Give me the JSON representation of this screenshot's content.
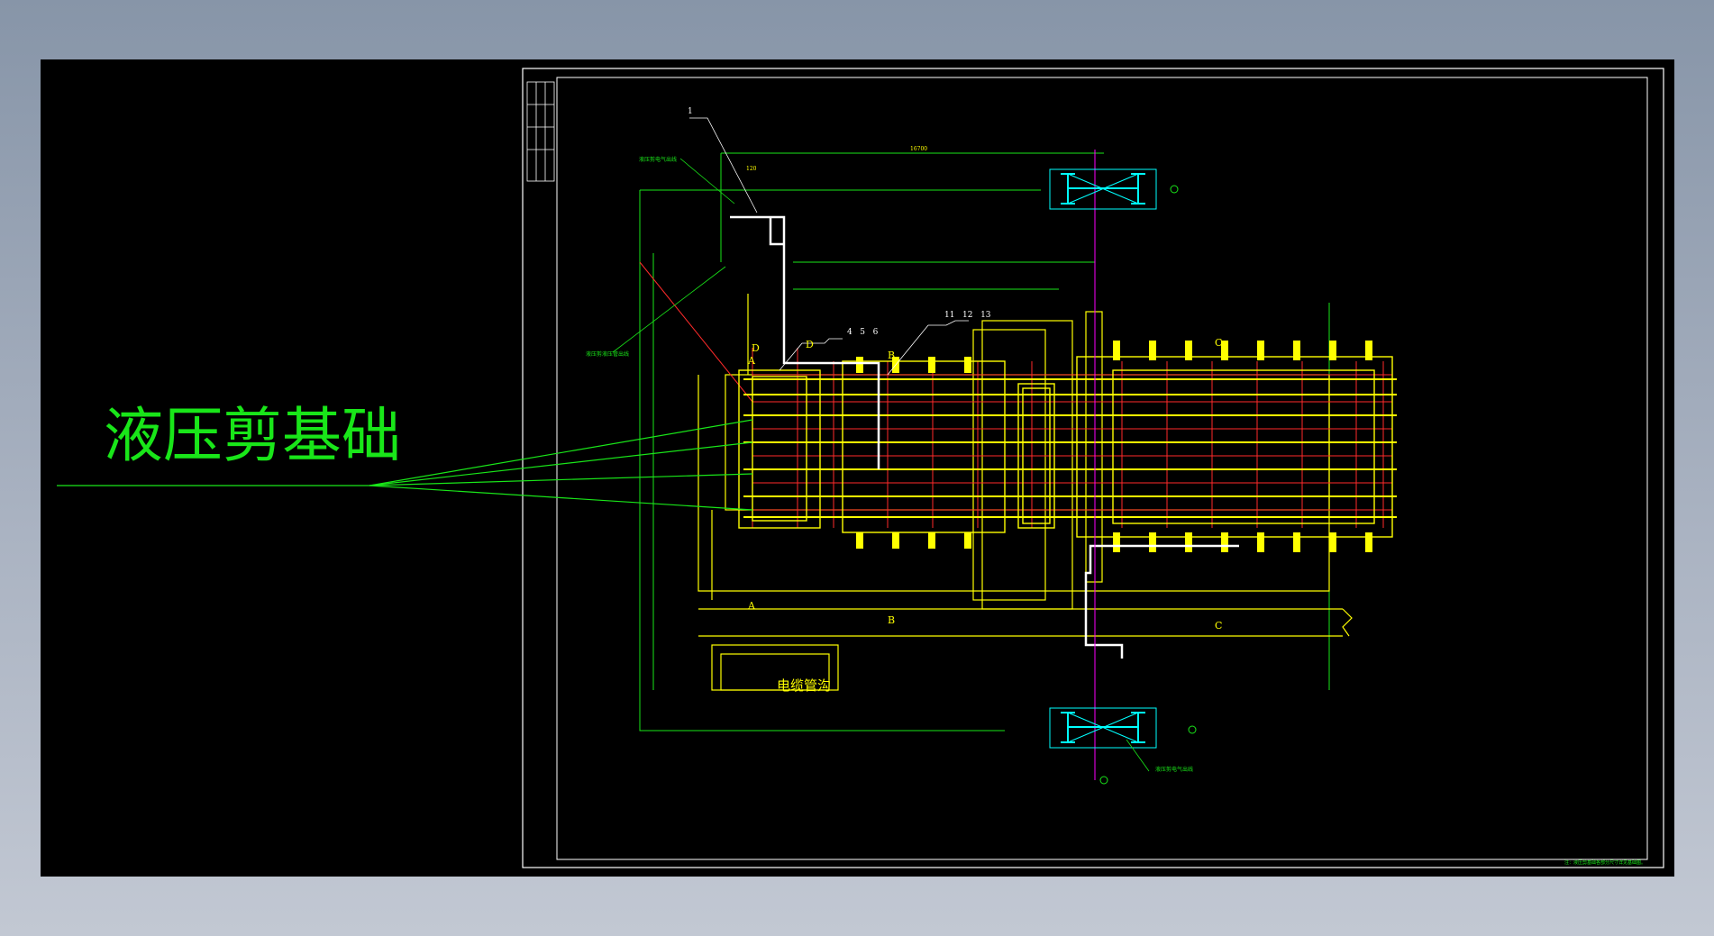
{
  "title_label": "液压剪基础",
  "trench_label": "电缆管沟",
  "section_labels": {
    "A_top": "A",
    "A_bottom": "A",
    "B_top": "B",
    "B_bottom": "B",
    "C_top": "C",
    "C_bottom": "C",
    "D_left": "D",
    "D_right": "D"
  },
  "callouts": {
    "c1": "1",
    "c456": "4   5   6",
    "c111213": "11   12   13"
  },
  "notes": {
    "note_top_left": "液压剪电气出线",
    "note_left": "液压剪液压管出线",
    "note_bottom": "液压剪电气出线",
    "footer_note": "注：液压剪基础各部分尺寸详见基础图。"
  },
  "dimensions": {
    "top_overall": "16700",
    "top_small": "120"
  },
  "colors": {
    "background": "#000000",
    "label_green": "#19e619",
    "cad_yellow": "#ffff00",
    "cad_red": "#ff2a2a",
    "cad_magenta": "#ff00ff",
    "cad_cyan": "#00ffff",
    "cad_white": "#ffffff"
  }
}
